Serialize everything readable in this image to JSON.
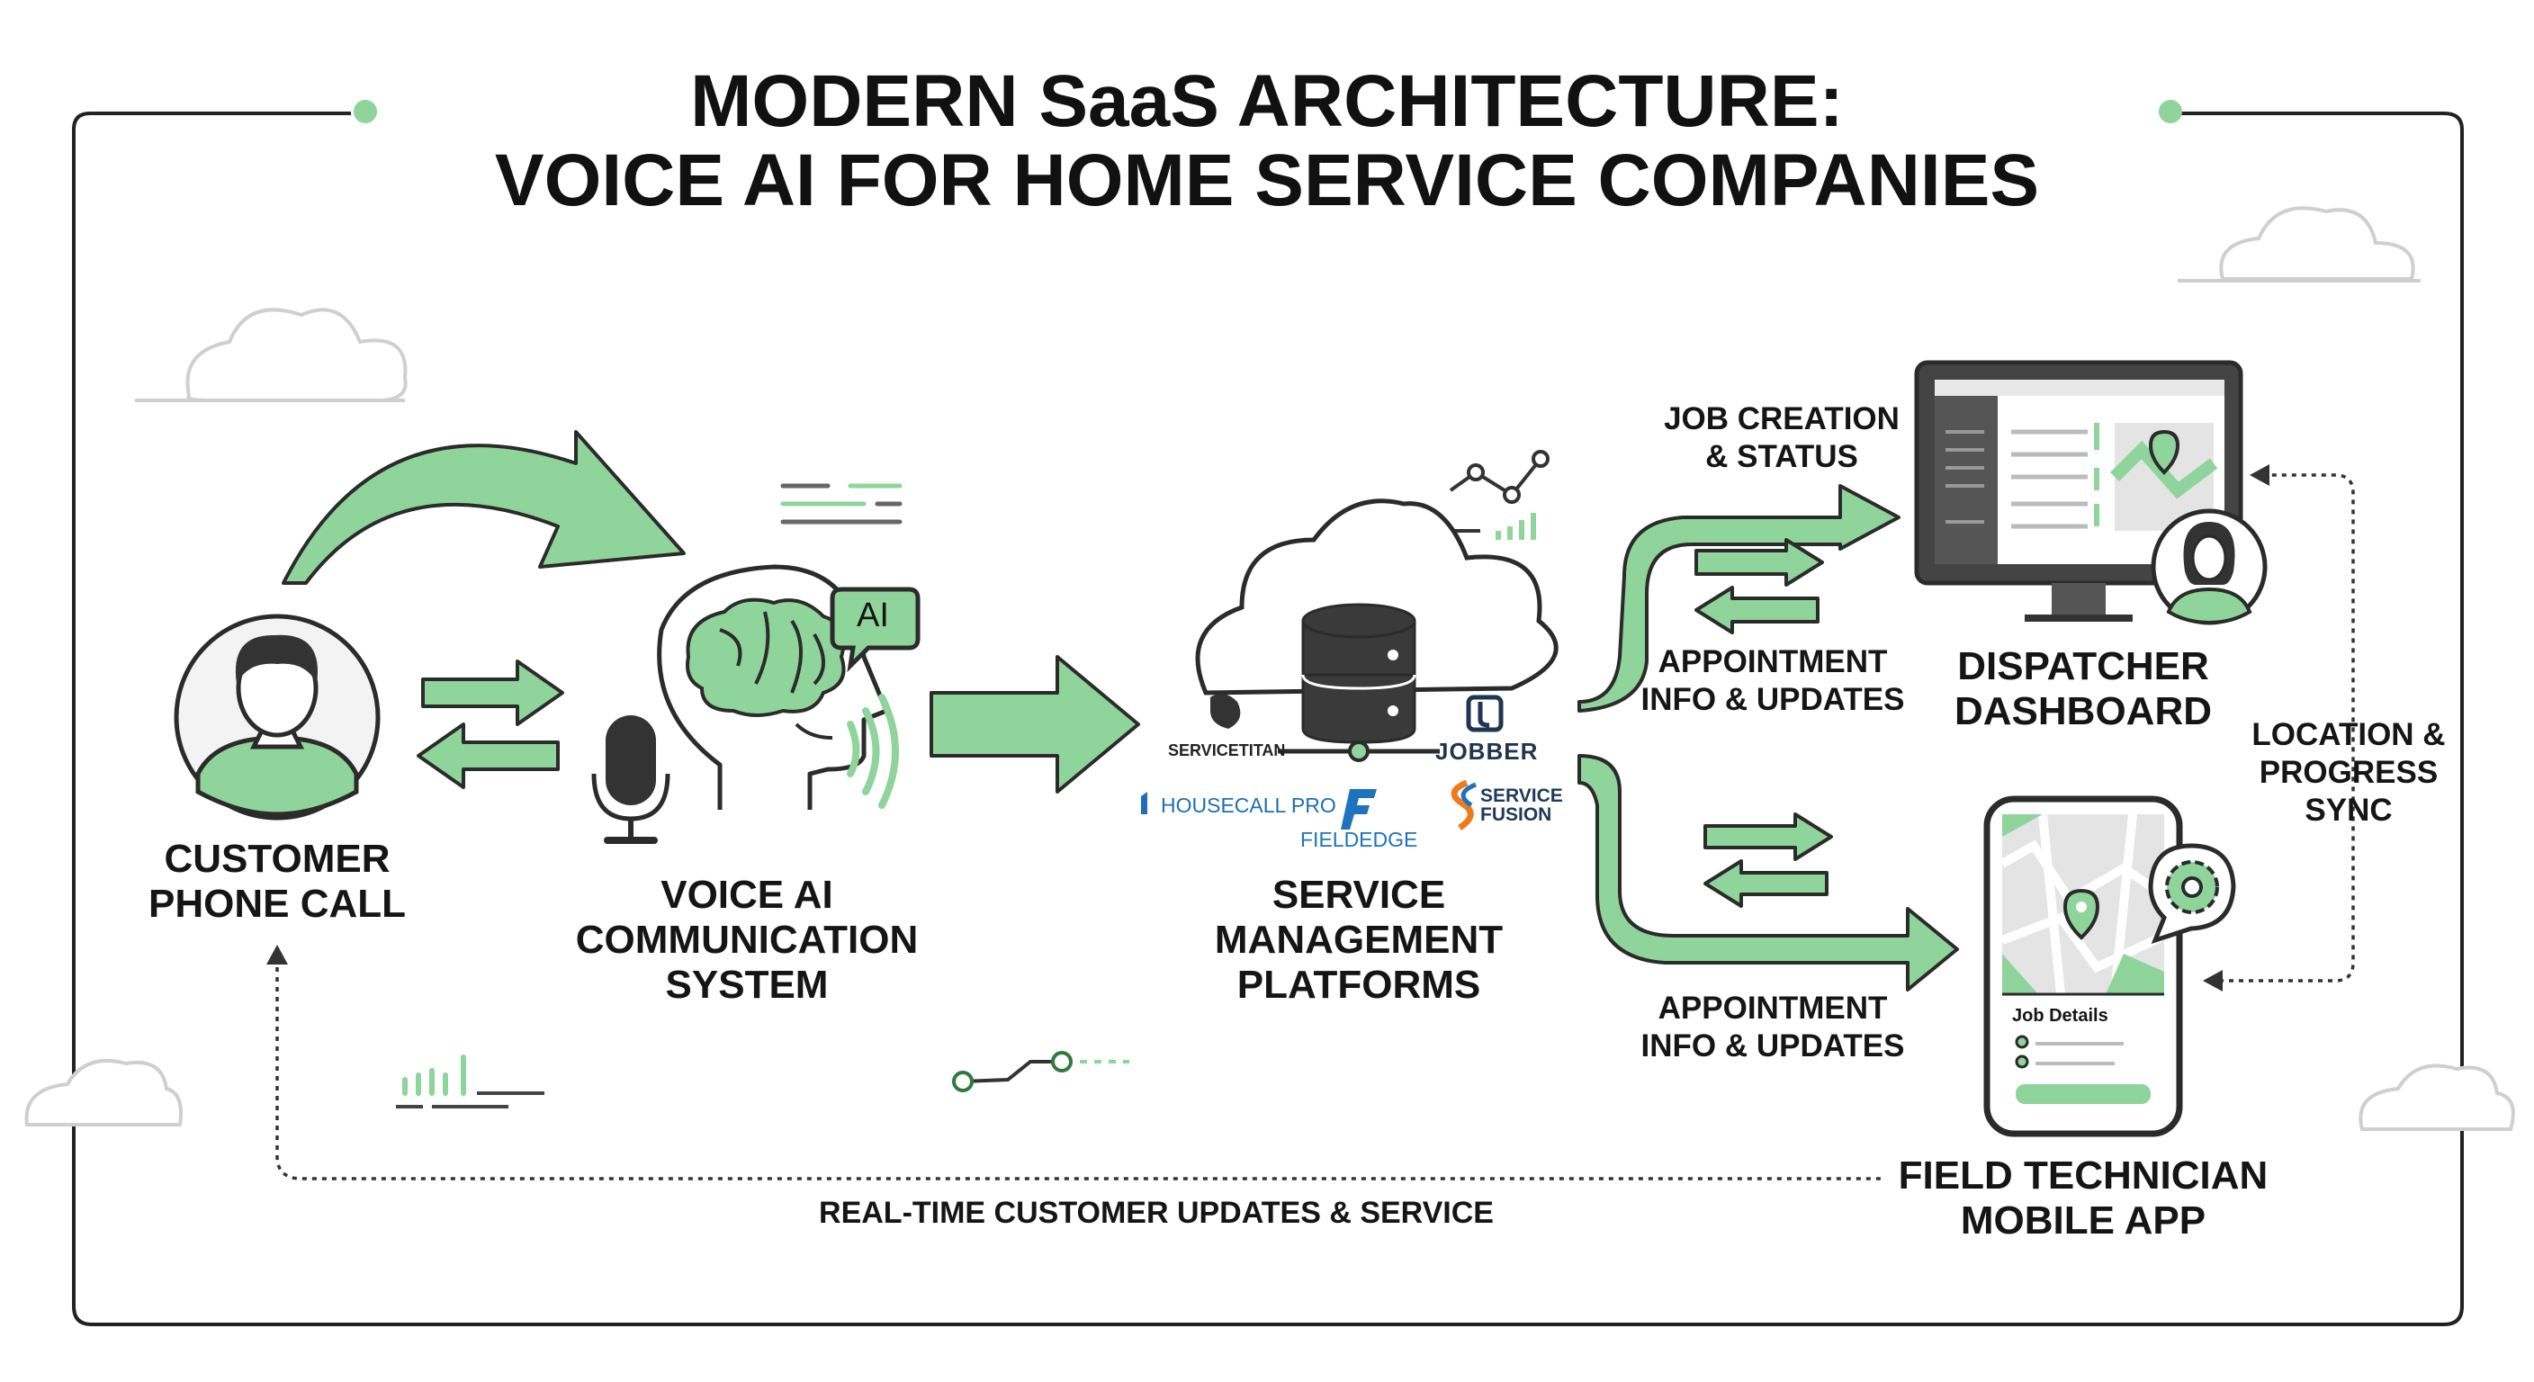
{
  "title": {
    "line1": "MODERN SaaS ARCHITECTURE:",
    "line2": "VOICE AI FOR HOME SERVICE COMPANIES"
  },
  "nodes": {
    "customer": {
      "line1": "CUSTOMER",
      "line2": "PHONE CALL"
    },
    "voice_ai": {
      "line1": "VOICE AI",
      "line2": "COMMUNICATION",
      "line3": "SYSTEM",
      "badge": "AI"
    },
    "platforms": {
      "line1": "SERVICE",
      "line2": "MANAGEMENT",
      "line3": "PLATFORMS"
    },
    "dispatcher": {
      "line1": "DISPATCHER",
      "line2": "DASHBOARD"
    },
    "technician": {
      "line1": "FIELD TECHNICIAN",
      "line2": "MOBILE APP",
      "screen_label": "Job Details"
    }
  },
  "flows": {
    "job_creation": {
      "line1": "JOB CREATION",
      "line2": "& STATUS"
    },
    "appointment_top": {
      "line1": "APPOINTMENT",
      "line2": "INFO & UPDATES"
    },
    "appointment_bottom": {
      "line1": "APPOINTMENT",
      "line2": "INFO & UPDATES"
    },
    "location_sync": {
      "line1": "LOCATION &",
      "line2": "PROGRESS",
      "line3": "SYNC"
    },
    "customer_updates": "REAL-TIME CUSTOMER UPDATES & SERVICE"
  },
  "logos": {
    "servicetitan": "SERVICETITAN",
    "jobber": "JOBBER",
    "housecall": "HOUSECALL PRO",
    "fieldedge": "FIELDEDGE",
    "servicefusion_1": "SERVICE",
    "servicefusion_2": "FUSION"
  },
  "colors": {
    "accent_green": "#8fd49b",
    "accent_green_dark": "#3a8f4a",
    "outline": "#2b2b2b",
    "housecall_blue": "#1f6fb2",
    "fieldedge_blue": "#1e73be",
    "fusion_orange": "#f07a1a"
  }
}
